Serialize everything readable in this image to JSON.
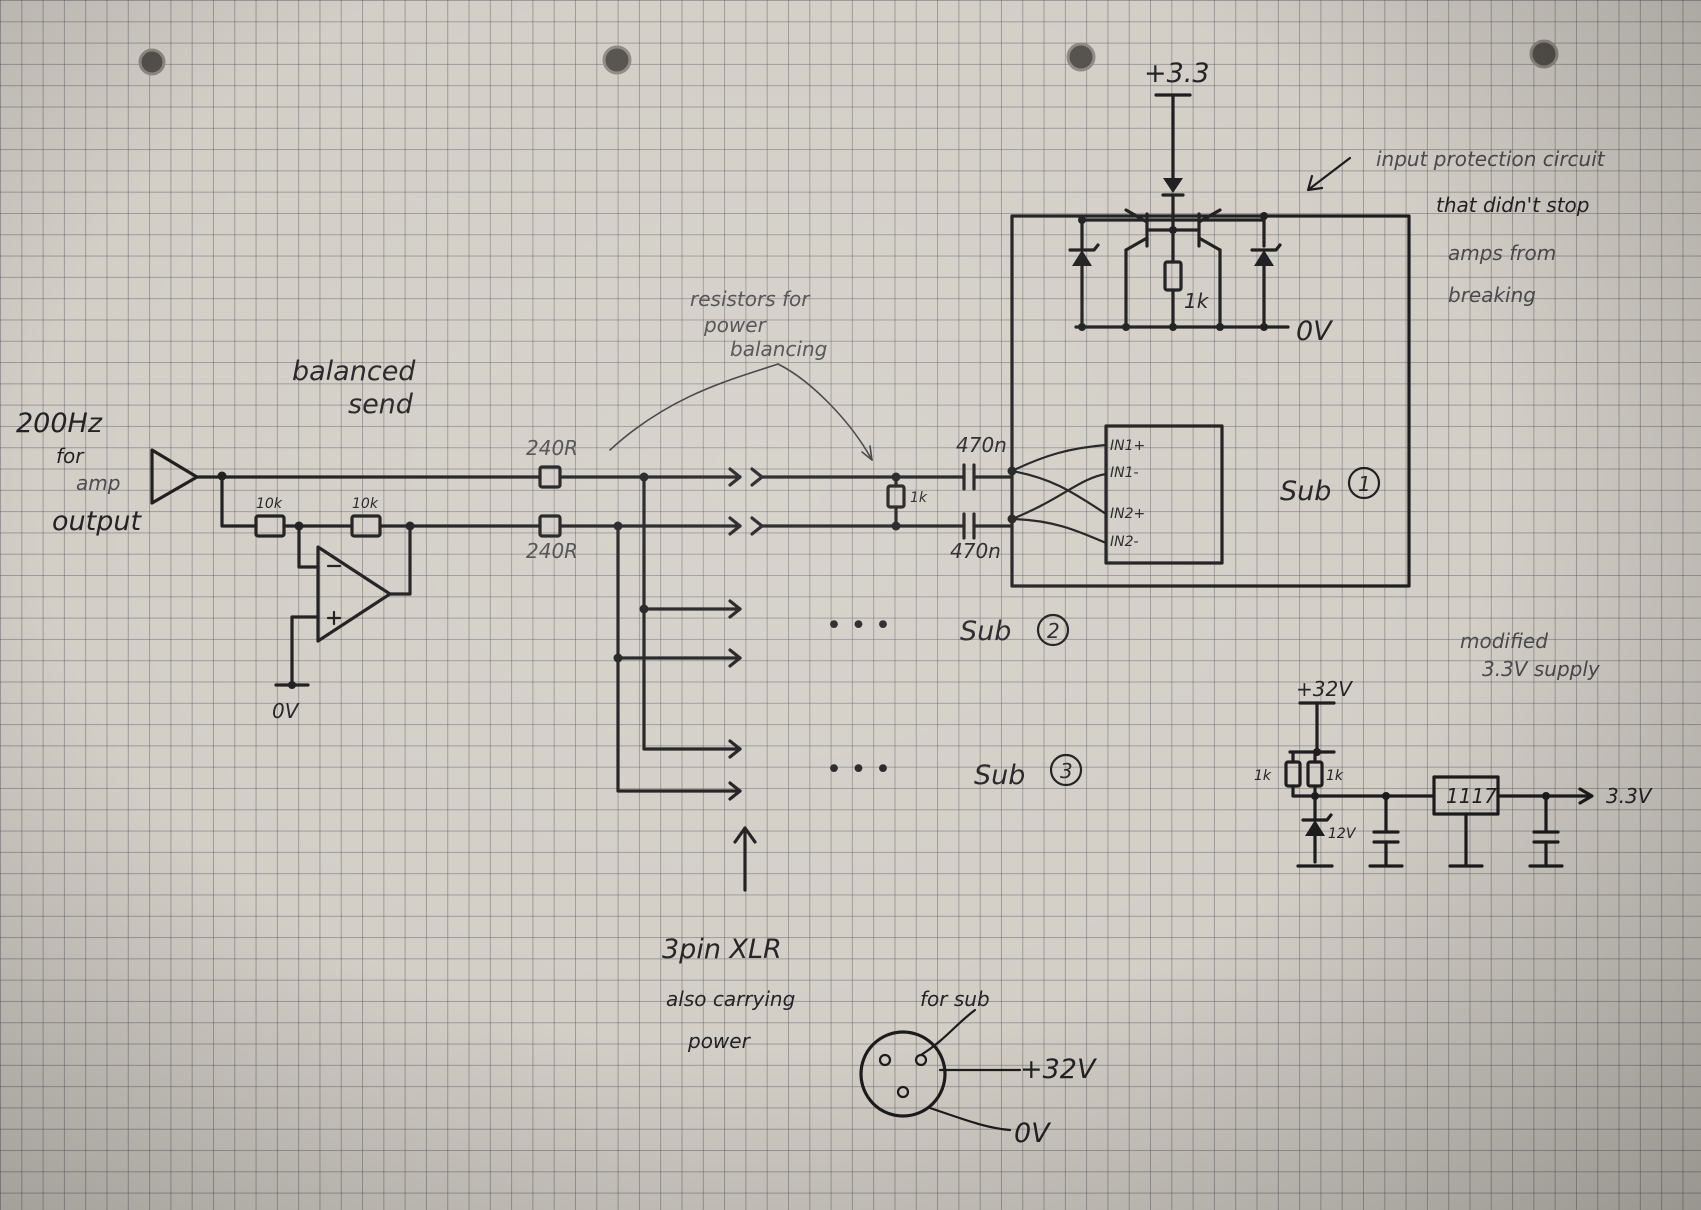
{
  "diagram": {
    "title": "",
    "labels": {
      "source_freq": "200Hz",
      "source_for": "for",
      "source_amp": "amp",
      "source_output": "output",
      "balanced_line1": "balanced",
      "balanced_line2": "send",
      "res_note_line1": "resistors for",
      "res_note_line2": "power",
      "res_note_line3": "balancing",
      "r_10k_a": "10k",
      "r_10k_b": "10k",
      "r_top": "240R",
      "r_bot": "240R",
      "r_1k": "1k",
      "c_top": "470n",
      "c_bot": "470n",
      "ic_in1p": "IN1+",
      "ic_in1n": "IN1-",
      "ic_in2p": "IN2+",
      "ic_in2n": "IN2-",
      "sub1": "Sub",
      "sub1_num": "1",
      "sub2": "Sub",
      "sub2_num": "2",
      "sub3": "Sub",
      "sub3_num": "3",
      "ellipsis": "• • •",
      "zero_v": "0V",
      "protect_rail": "+3.3",
      "protect_r": "1k",
      "protect_gnd": "0V",
      "protect_note_line1": "input protection circuit",
      "protect_note_line2": "that didn't stop",
      "protect_note_line3": "amps from",
      "protect_note_line4": "breaking",
      "xlr_line1": "3pin XLR",
      "xlr_line2": "also carrying",
      "xlr_line3": "power",
      "xlr_signal": "for sub",
      "xlr_plus": "+32V",
      "xlr_zero": "0V",
      "supply_note_line1": "modified",
      "supply_note_line2": "3.3V supply",
      "supply_in": "+32V",
      "supply_r_left": "1k",
      "supply_r_right": "1k",
      "supply_zener": "12V",
      "supply_reg": "1117",
      "supply_out": "3.3V"
    }
  }
}
